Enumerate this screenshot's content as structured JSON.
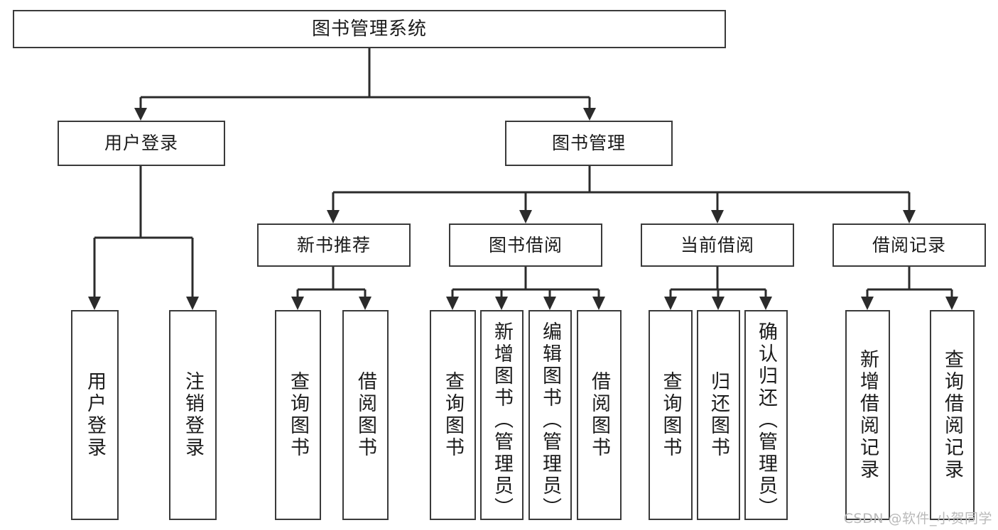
{
  "diagram": {
    "title": "图书管理系统",
    "type": "tree",
    "watermark": "CSDN @软件_小贺同学",
    "colors": {
      "box_border": "#3a3a3a",
      "connector": "#2b2b2b",
      "background": "#ffffff",
      "watermark": "#b9b9b9"
    },
    "root": {
      "label": "图书管理系统"
    },
    "level1": [
      {
        "label": "用户登录"
      },
      {
        "label": "图书管理"
      }
    ],
    "level2": [
      {
        "label": "新书推荐"
      },
      {
        "label": "图书借阅"
      },
      {
        "label": "当前借阅"
      },
      {
        "label": "借阅记录"
      }
    ],
    "leaves": {
      "user_login": [
        {
          "label": "用户登录"
        },
        {
          "label": "注销登录"
        }
      ],
      "new_book_recommend": [
        {
          "label": "查询图书"
        },
        {
          "label": "借阅图书"
        }
      ],
      "book_borrow": [
        {
          "label": "查询图书"
        },
        {
          "label": "新增图书（管理员）"
        },
        {
          "label": "编辑图书（管理员）"
        },
        {
          "label": "借阅图书"
        }
      ],
      "current_borrow": [
        {
          "label": "查询图书"
        },
        {
          "label": "归还图书"
        },
        {
          "label": "确认归还（管理员）"
        }
      ],
      "borrow_record": [
        {
          "label": "新增借阅记录"
        },
        {
          "label": "查询借阅记录"
        }
      ]
    }
  }
}
